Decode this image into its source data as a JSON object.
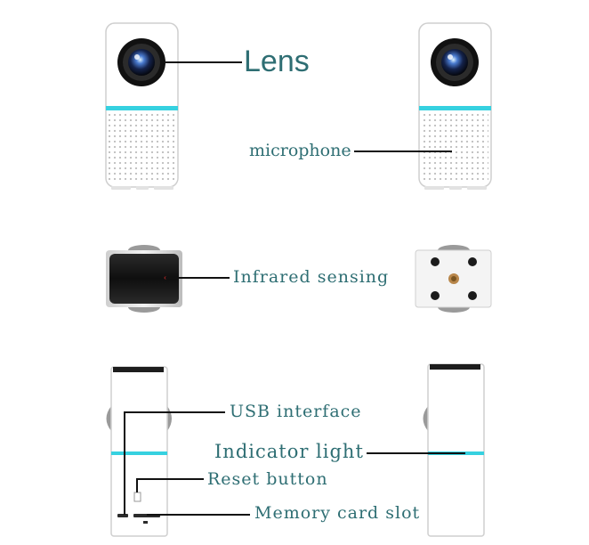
{
  "labels": {
    "lens": "Lens",
    "microphone": "microphone",
    "infrared": "Infrared sensing",
    "usb": "USB interface",
    "indicator": "Indicator light",
    "reset": "Reset button",
    "memory": "Memory card slot"
  },
  "colors": {
    "label_text": "#2e6e73",
    "accent_cyan": "#36d1e0",
    "body_white": "#ffffff",
    "body_outline": "#c9c9c9",
    "dark_body": "#1a1a1a"
  }
}
